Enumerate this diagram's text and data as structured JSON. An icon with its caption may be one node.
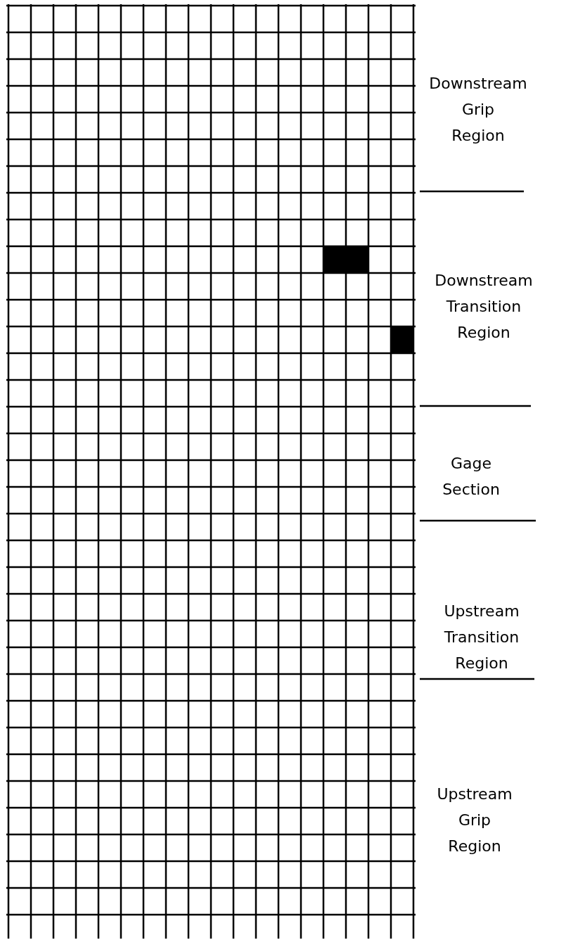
{
  "diagram": {
    "labels": [
      "Downstream Grip Region",
      "Downstream Transition Region",
      "Gage Section",
      "Upstream Transition Region",
      "Upstream Grip Region"
    ]
  }
}
